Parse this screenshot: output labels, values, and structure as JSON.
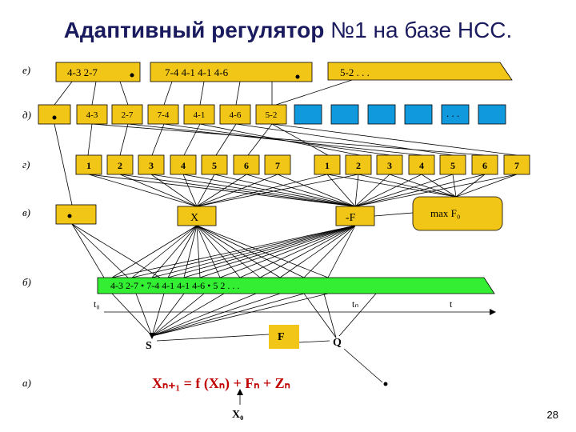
{
  "title": {
    "bold": "Адаптивный регулятор",
    "rest": " №1 на базе НСС."
  },
  "colors": {
    "yellow": "#f2c617",
    "blue": "#1199dd",
    "green": "#33ee33",
    "title": "#1a1a5e"
  },
  "rows": {
    "e": "е)",
    "d": "д)",
    "g": "г)",
    "v": "в)",
    "b": "б)",
    "a": "а)"
  },
  "row_e": {
    "seg1": "4-3  2-7",
    "seg2": "7-4   4-1   4-1   4-6",
    "seg3": "5-2 . . ."
  },
  "row_d": [
    "4-3",
    "2-7",
    "7-4",
    "4-1",
    "4-6",
    "5-2"
  ],
  "row_d_more": ". . .",
  "row_g": [
    "1",
    "2",
    "3",
    "4",
    "5",
    "6",
    "7",
    "1",
    "2",
    "3",
    "4",
    "5",
    "6",
    "7"
  ],
  "row_v": {
    "x": "X",
    "negf": "-F",
    "maxf": "max F₀"
  },
  "row_b": {
    "seq": "4-3  2-7  •  7-4   4-1   4-1   4-6  •  5 2   . . .",
    "t0": "t₀",
    "tn": "tₙ",
    "t": "t"
  },
  "row_a": {
    "s": "S",
    "f": "F",
    "q": "Q",
    "formula": "Xₙ₊₁  =  f (Xₙ)  +  Fₙ  +  Zₙ",
    "x0": "X₀"
  },
  "page_number": "28"
}
